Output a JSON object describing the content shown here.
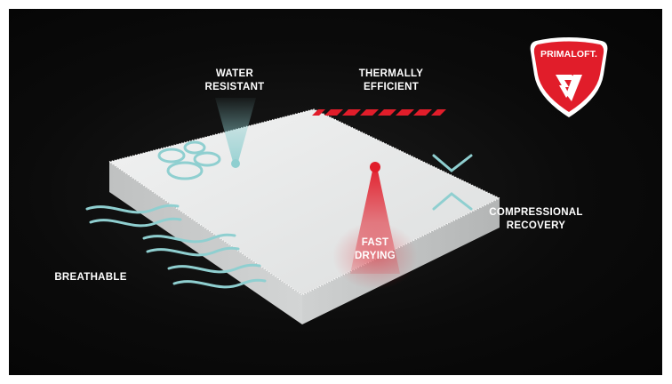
{
  "labels": {
    "water_resistant": "WATER\nRESISTANT",
    "thermally_efficient": "THERMALLY\nEFFICIENT",
    "compressional_recovery": "COMPRESSIONAL\nRECOVERY",
    "fast_drying": "FAST\nDRYING",
    "breathable": "BREATHABLE"
  },
  "brand": {
    "name": "PRIMALOFT."
  },
  "colors": {
    "background": "#0a0a0a",
    "insulation": "#e9eaea",
    "accent_red": "#e11d2a",
    "accent_teal": "#8fcfd0",
    "text": "#ffffff"
  }
}
